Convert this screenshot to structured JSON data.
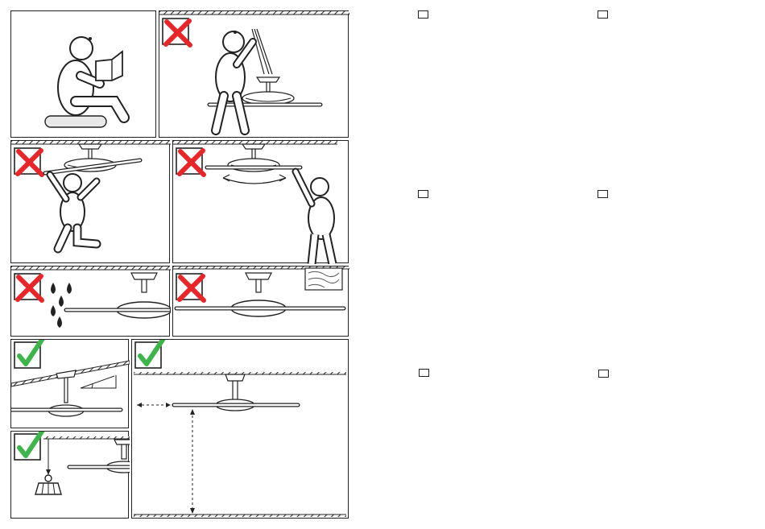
{
  "document": {
    "type": "safety instruction illustrations",
    "panel_count": 9,
    "checkbox_count": 6
  },
  "colors": {
    "line": "#222222",
    "fill_grey": "#e8e8e8",
    "prohibited_red": "#e8262a",
    "approved_green": "#3db54a",
    "hatch": "#333333"
  },
  "icons": {
    "prohibited": "cross-mark-icon",
    "approved": "check-mark-icon",
    "water": "water-drop-icon",
    "ceiling_fan": "ceiling-fan-icon",
    "person": "person-icon",
    "light_kit": "light-fixture-icon",
    "wood_beam": "wood-grain-icon"
  }
}
